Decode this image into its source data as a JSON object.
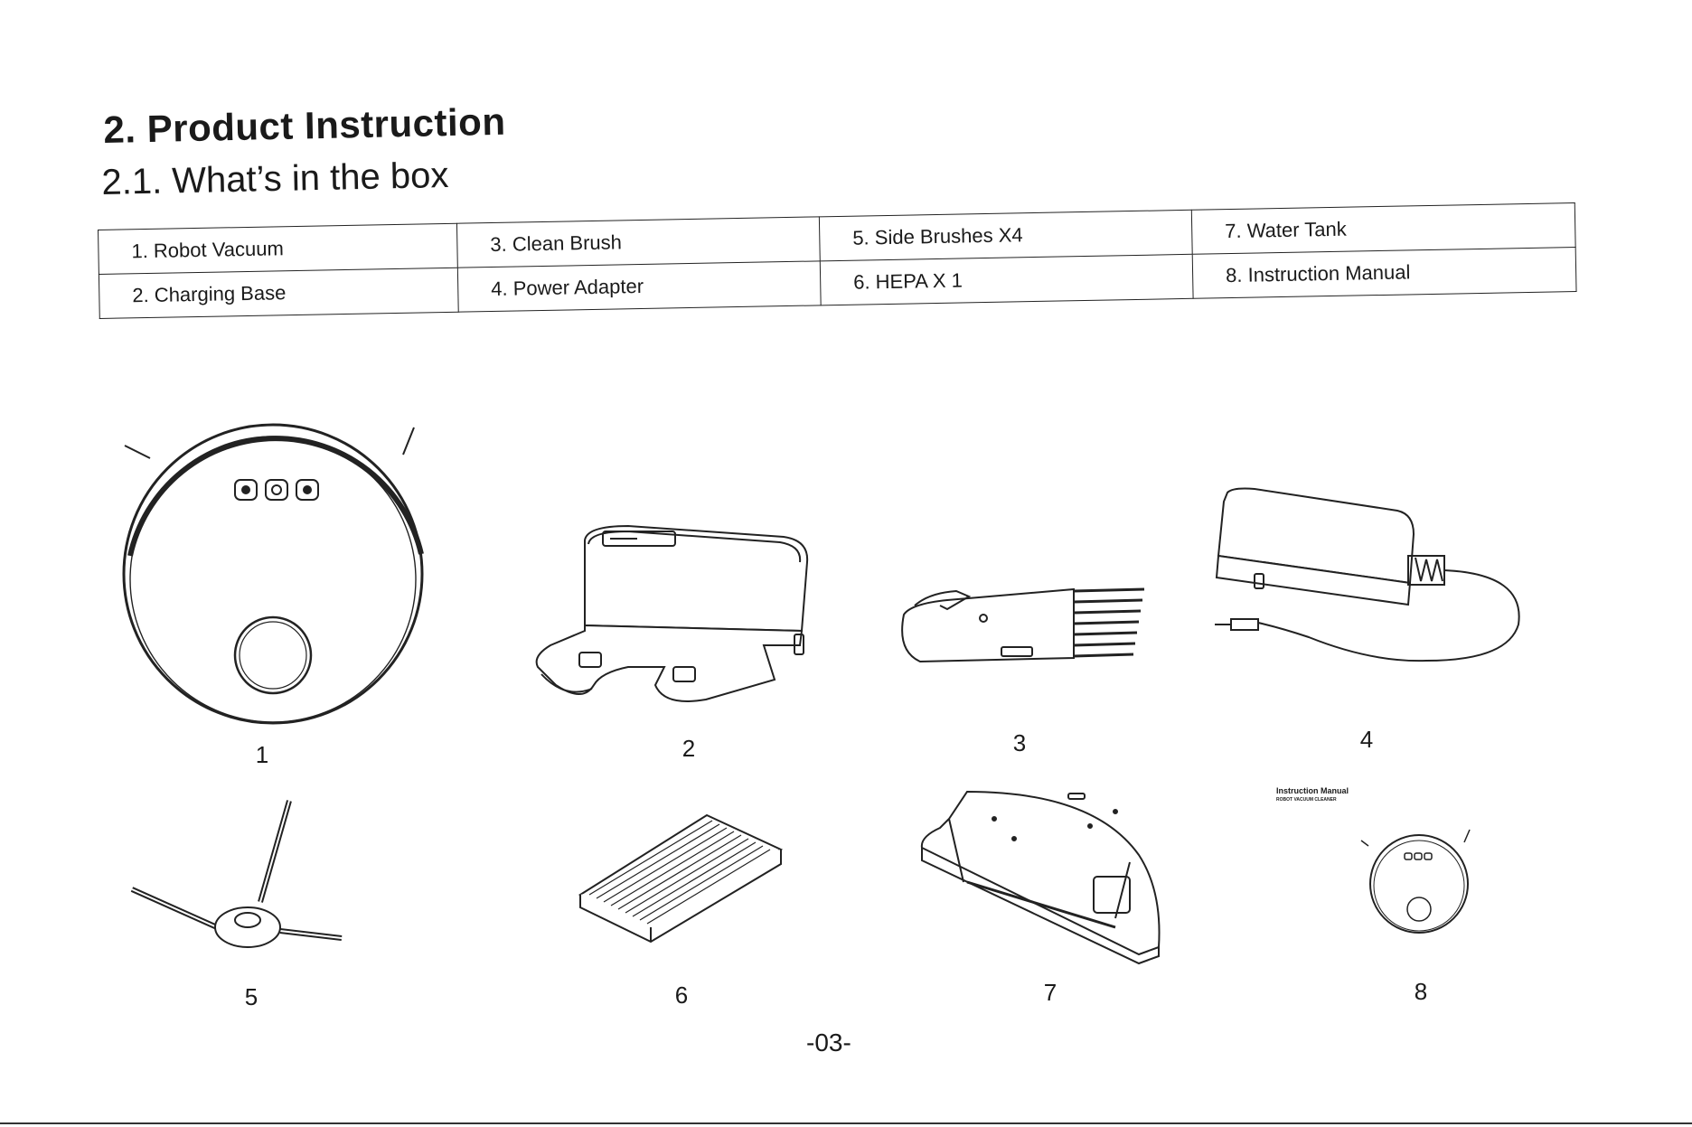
{
  "section_title": "2. Product Instruction",
  "subsection_title": "2.1. What’s in the box",
  "box_contents": [
    [
      "1. Robot Vacuum",
      "3. Clean Brush",
      "5. Side Brushes X4",
      "7. Water Tank"
    ],
    [
      "2. Charging Base",
      "4. Power Adapter",
      "6. HEPA X 1",
      "8. Instruction Manual"
    ]
  ],
  "items": [
    {
      "num": "1",
      "icon": "robot-vacuum-icon"
    },
    {
      "num": "2",
      "icon": "charging-base-icon"
    },
    {
      "num": "3",
      "icon": "clean-brush-icon"
    },
    {
      "num": "4",
      "icon": "power-adapter-icon"
    },
    {
      "num": "5",
      "icon": "side-brush-icon"
    },
    {
      "num": "6",
      "icon": "hepa-filter-icon"
    },
    {
      "num": "7",
      "icon": "water-tank-icon"
    },
    {
      "num": "8",
      "icon": "instruction-manual-icon"
    }
  ],
  "manual_cover": {
    "title": "Instruction Manual",
    "subtitle": "ROBOT VACUUM CLEANER"
  },
  "page_number": "-03-"
}
